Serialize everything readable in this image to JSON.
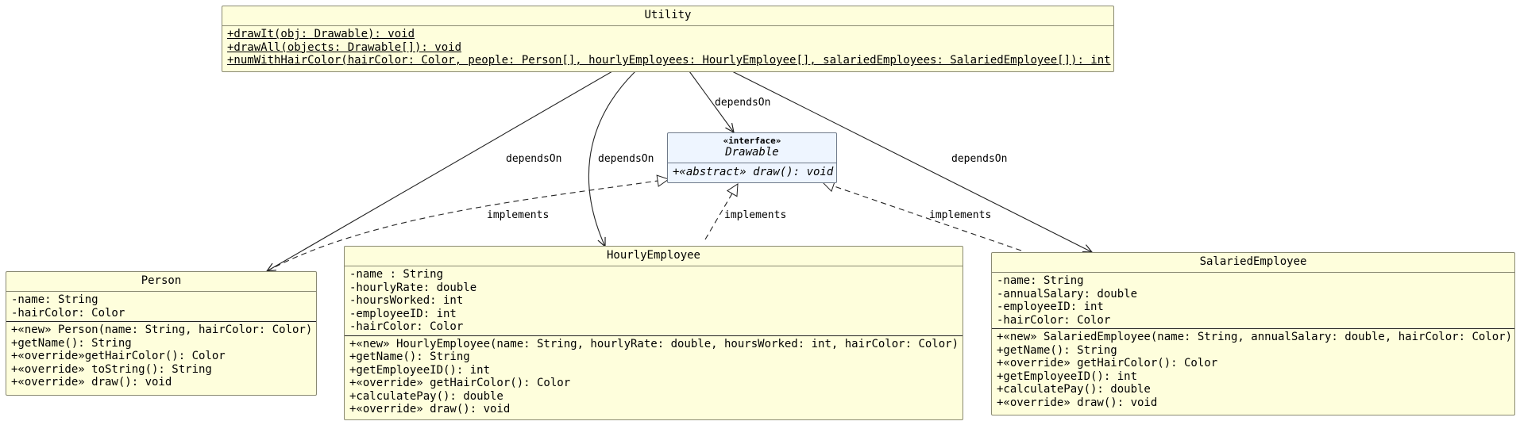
{
  "edge_label_depends": "dependsOn",
  "edge_label_implements": "implements",
  "utility": {
    "name": "Utility",
    "operations": [
      "+drawIt(obj: Drawable): void",
      "+drawAll(objects: Drawable[]): void",
      "+numWithHairColor(hairColor: Color, people: Person[], hourlyEmployees: HourlyEmployee[], salariedEmployees: SalariedEmployee[]): int"
    ]
  },
  "drawable": {
    "stereotype": "«interface»",
    "name": "Drawable",
    "operations": [
      "+«abstract» draw(): void"
    ]
  },
  "person": {
    "name": "Person",
    "attributes": [
      "-name: String",
      "-hairColor: Color"
    ],
    "operations": [
      "+«new» Person(name: String, hairColor: Color)",
      "+getName(): String",
      "+«override»getHairColor(): Color",
      "+«override» toString(): String",
      "+«override» draw(): void"
    ]
  },
  "hourly": {
    "name": "HourlyEmployee",
    "attributes": [
      "-name : String",
      "-hourlyRate: double",
      "-hoursWorked: int",
      "-employeeID: int",
      "-hairColor: Color"
    ],
    "operations": [
      "+«new» HourlyEmployee(name: String, hourlyRate: double, hoursWorked: int, hairColor: Color)",
      "+getName(): String",
      "+getEmployeeID(): int",
      "+«override» getHairColor(): Color",
      "+calculatePay(): double",
      "+«override» draw(): void"
    ]
  },
  "salaried": {
    "name": "SalariedEmployee",
    "attributes": [
      "-name: String",
      "-annualSalary: double",
      "-employeeID: int",
      "-hairColor: Color"
    ],
    "operations": [
      "+«new» SalariedEmployee(name: String, annualSalary: double, hairColor: Color)",
      "+getName(): String",
      "+«override» getHairColor(): Color",
      "+getEmployeeID(): int",
      "+calculatePay(): double",
      "+«override» draw(): void"
    ]
  }
}
